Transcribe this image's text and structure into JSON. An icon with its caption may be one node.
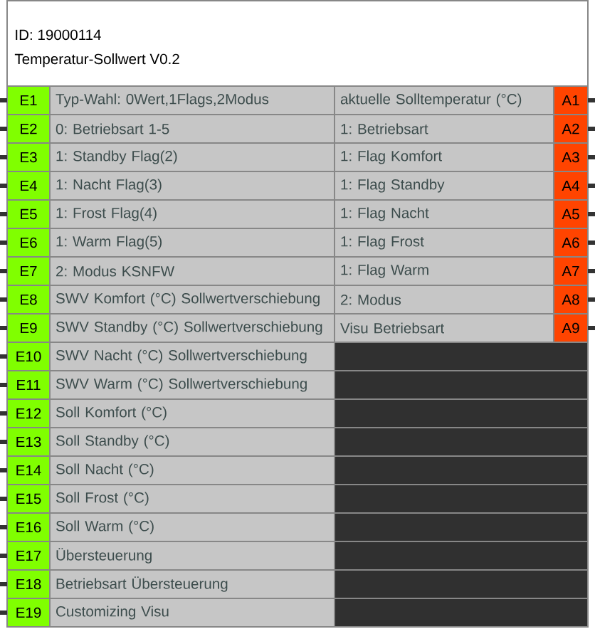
{
  "diagram": {
    "nodes": [
      {
        "text": [
          "ID: 19000114",
          "Temperatur-Sollwert V0.2"
        ]
      },
      {
        "text": [
          "E1"
        ],
        "in": 0
      },
      {
        "text": [
          "Typ-Wahl: 0Wert,1Flags,2Modus"
        ],
        "in": 0
      },
      {
        "text": [
          "aktuelle Solltemperatur (°C)"
        ],
        "in": 0
      },
      {
        "text": [
          "A1"
        ],
        "in": 0
      },
      {
        "text": [
          "E2"
        ],
        "in": 0
      },
      {
        "text": [
          "0: Betriebsart 1-5"
        ],
        "in": 0
      },
      {
        "text": [
          "1: Betriebsart"
        ],
        "in": 0
      },
      {
        "text": [
          "A2"
        ],
        "in": 0
      },
      {
        "text": [
          "E3"
        ],
        "in": 0
      },
      {
        "text": [
          "1: Standby Flag(2)"
        ],
        "in": 0
      },
      {
        "text": [
          "1: Flag Komfort"
        ],
        "in": 0
      },
      {
        "text": [
          "A3"
        ],
        "in": 0
      },
      {
        "text": [
          "E4"
        ],
        "in": 0
      },
      {
        "text": [
          "1: Nacht Flag(3)"
        ],
        "in": 0
      },
      {
        "text": [
          "1: Flag Standby"
        ],
        "in": 0
      },
      {
        "text": [
          "A4"
        ],
        "in": 0
      },
      {
        "text": [
          "E5"
        ],
        "in": 0
      },
      {
        "text": [
          "1: Frost Flag(4)"
        ],
        "in": 0
      },
      {
        "text": [
          "1: Flag Nacht"
        ],
        "in": 0
      },
      {
        "text": [
          "A5"
        ],
        "in": 0
      },
      {
        "text": [
          "E6"
        ],
        "in": 0
      },
      {
        "text": [
          "1: Warm Flag(5)"
        ],
        "in": 0
      },
      {
        "text": [
          "1: Flag Frost"
        ],
        "in": 0
      },
      {
        "text": [
          "A6"
        ],
        "in": 0
      },
      {
        "text": [
          "E7"
        ],
        "in": 0
      },
      {
        "text": [
          "2: Modus KSNFW"
        ],
        "in": 0
      },
      {
        "text": [
          "1: Flag Warm"
        ],
        "in": 0
      },
      {
        "text": [
          "A7"
        ],
        "in": 0
      },
      {
        "text": [
          "E8"
        ],
        "in": 0
      },
      {
        "text": [
          "SWV Komfort (°C) Sollwertverschiebung"
        ],
        "in": 0
      },
      {
        "text": [
          "2: Modus"
        ],
        "in": 0
      },
      {
        "text": [
          "A8"
        ],
        "in": 0
      },
      {
        "text": [
          "E9"
        ],
        "in": 0
      },
      {
        "text": [
          "SWV Standby (°C) Sollwertverschiebung"
        ],
        "in": 0
      },
      {
        "text": [
          "Visu Betriebsart"
        ],
        "in": 0
      },
      {
        "text": [
          "A9"
        ],
        "in": 0
      },
      {
        "text": [
          "E10"
        ],
        "in": 0
      },
      {
        "text": [
          "SWV Nacht (°C) Sollwertverschiebung"
        ],
        "in": 0
      },
      {
        "text": [],
        "shape": "box",
        "in": 0
      },
      {
        "text": [
          "E11"
        ],
        "in": 0
      },
      {
        "text": [
          "SWV Warm (°C) Sollwertverschiebung"
        ],
        "in": 0
      },
      {
        "text": [],
        "shape": "box",
        "in": 0
      },
      {
        "text": [
          "E12"
        ],
        "in": 0
      },
      {
        "text": [
          "Soll Komfort (°C)"
        ],
        "in": 0
      },
      {
        "text": [],
        "shape": "box",
        "in": 0
      },
      {
        "text": [
          "E13"
        ],
        "in": 0
      },
      {
        "text": [
          "Soll Standby (°C)"
        ],
        "in": 0
      },
      {
        "text": [],
        "shape": "box",
        "in": 0
      },
      {
        "text": [
          "E14"
        ],
        "in": 0
      },
      {
        "text": [
          "Soll Nacht (°C)"
        ],
        "in": 0
      },
      {
        "text": [],
        "shape": "box",
        "in": 0
      },
      {
        "text": [
          "E15"
        ],
        "in": 0
      },
      {
        "text": [
          "Soll Frost (°C)"
        ],
        "in": 0
      },
      {
        "text": [],
        "shape": "box",
        "in": 0
      },
      {
        "text": [
          "E16"
        ],
        "in": 0
      },
      {
        "text": [
          "Soll Warm (°C)"
        ],
        "in": 0
      },
      {
        "text": [],
        "shape": "box",
        "in": 0
      },
      {
        "text": [
          "E17"
        ],
        "in": 0
      },
      {
        "text": [
          "Übersteuerung"
        ],
        "in": 0
      },
      {
        "text": [],
        "shape": "box",
        "in": 0
      },
      {
        "text": [
          "E18"
        ],
        "in": 0
      },
      {
        "text": [
          "Betriebsart Übersteuerung"
        ],
        "in": 0
      },
      {
        "text": [],
        "shape": "box",
        "in": 0
      },
      {
        "text": [
          "E19"
        ],
        "in": 0
      },
      {
        "text": [
          "Customizing Visu"
        ],
        "in": 0
      },
      {
        "text": [],
        "shape": "box",
        "in": 0
      }
    ],
    "edges": [
      {
        "from": null,
        "to": 1,
        "arrow": "none"
      },
      {
        "from": 4,
        "to": null,
        "arrow": "none"
      },
      {
        "from": null,
        "to": 5,
        "arrow": "none"
      },
      {
        "from": 8,
        "to": null,
        "arrow": "none"
      },
      {
        "from": null,
        "to": 9,
        "arrow": "none"
      },
      {
        "from": 12,
        "to": null,
        "arrow": "none"
      },
      {
        "from": null,
        "to": 13,
        "arrow": "none"
      },
      {
        "from": 16,
        "to": null,
        "arrow": "none"
      },
      {
        "from": null,
        "to": 17,
        "arrow": "none"
      },
      {
        "from": 20,
        "to": null,
        "arrow": "none"
      },
      {
        "from": null,
        "to": 21,
        "arrow": "none"
      },
      {
        "from": 24,
        "to": null,
        "arrow": "none"
      },
      {
        "from": null,
        "to": 25,
        "arrow": "none"
      },
      {
        "from": 28,
        "to": null,
        "arrow": "none"
      },
      {
        "from": null,
        "to": 29,
        "arrow": "none"
      },
      {
        "from": 32,
        "to": null,
        "arrow": "none"
      },
      {
        "from": null,
        "to": 33,
        "arrow": "none"
      },
      {
        "from": 36,
        "to": null,
        "arrow": "none"
      },
      {
        "from": null,
        "to": 37,
        "arrow": "none"
      },
      {
        "from": null,
        "to": 40,
        "arrow": "none"
      },
      {
        "from": null,
        "to": 43,
        "arrow": "none"
      },
      {
        "from": null,
        "to": 46,
        "arrow": "none"
      },
      {
        "from": null,
        "to": 49,
        "arrow": "none"
      },
      {
        "from": null,
        "to": 52,
        "arrow": "none"
      },
      {
        "from": null,
        "to": 55,
        "arrow": "none"
      },
      {
        "from": null,
        "to": 58,
        "arrow": "none"
      },
      {
        "from": null,
        "to": 61,
        "arrow": "none"
      },
      {
        "from": null,
        "to": 64,
        "arrow": "none"
      }
    ]
  }
}
